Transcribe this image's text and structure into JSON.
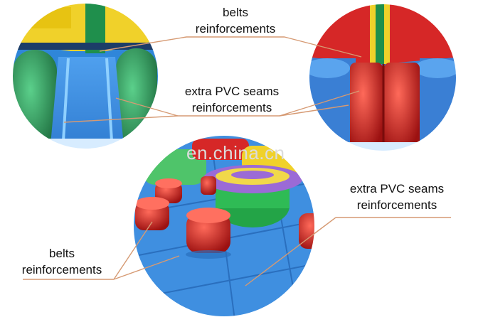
{
  "watermark": "en.china.cn",
  "labels": {
    "top_belts_line1": "belts",
    "top_belts_line2": "reinforcements",
    "mid_pvc_line1": "extra PVC seams",
    "mid_pvc_line2": "reinforcements",
    "right_pvc_line1": "extra PVC seams",
    "right_pvc_line2": "reinforcements",
    "bottom_belts_line1": "belts",
    "bottom_belts_line2": "reinforcements"
  },
  "colors": {
    "leader_line": "#d69a73",
    "blue": "#3f8fe0",
    "green": "#2f9a5a",
    "red": "#d92a2a",
    "yellow": "#f1d22a"
  }
}
